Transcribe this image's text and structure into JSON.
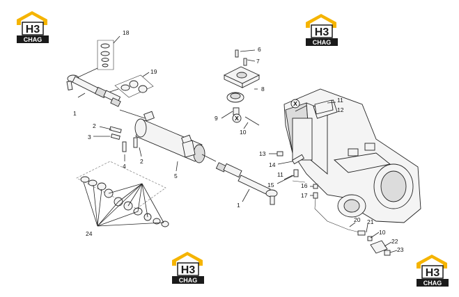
{
  "logo": {
    "mark": "H3",
    "word": "CHAG",
    "roof_color": "#f5b400",
    "box_color": "#1a1a1a",
    "mark_color": "#1a1a1a",
    "word_color": "#ffffff",
    "icon": "h3-chag-logo-icon"
  },
  "callouts": {
    "c1a": "1",
    "c1b": "1",
    "c2a": "2",
    "c2b": "2",
    "c3": "3",
    "c4": "4",
    "c5": "5",
    "c6": "6",
    "c7": "7",
    "c8": "8",
    "c9": "9",
    "c10a": "10",
    "c10b": "10",
    "c11a": "11",
    "c11b": "11",
    "c12": "12",
    "c13": "13",
    "c14": "14",
    "c15": "15",
    "c16": "16",
    "c17": "17",
    "c18": "18",
    "c19": "19",
    "c20": "20",
    "c21": "21",
    "c22": "22",
    "c23": "23",
    "c24": "24"
  },
  "markers": {
    "xa": "X",
    "xb": "X"
  },
  "colors": {
    "line": "#222222",
    "part_fill": "#f4f4f4"
  }
}
